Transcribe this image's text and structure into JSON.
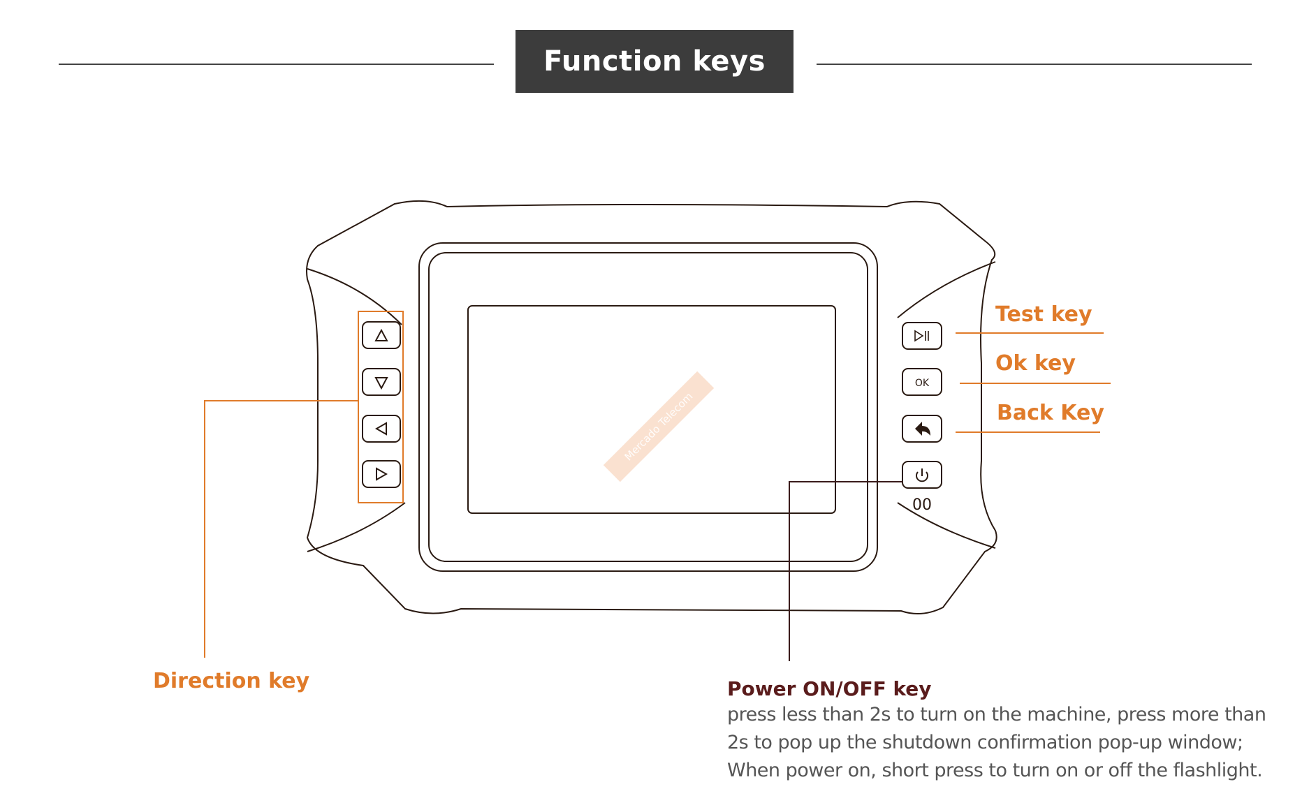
{
  "header": {
    "title": "Function keys"
  },
  "device": {
    "ok_key_text": "OK",
    "port_label": "00"
  },
  "callouts": {
    "test": "Test  key",
    "ok": "Ok key",
    "back": "Back Key",
    "direction": "Direction key"
  },
  "power": {
    "title": "Power ON/OFF key",
    "desc_lines": [
      "press less than 2s to turn on the machine, press more than",
      "2s to pop up the shutdown confirmation pop-up window;",
      "When power on, short press to turn on or off the flashlight."
    ]
  },
  "watermark": {
    "text": "Mercado Telecom"
  },
  "colors": {
    "accent": "#e07b2a",
    "power_title": "#5a1c1c",
    "outline": "#2a1a12",
    "banner": "#3c3c3c"
  }
}
